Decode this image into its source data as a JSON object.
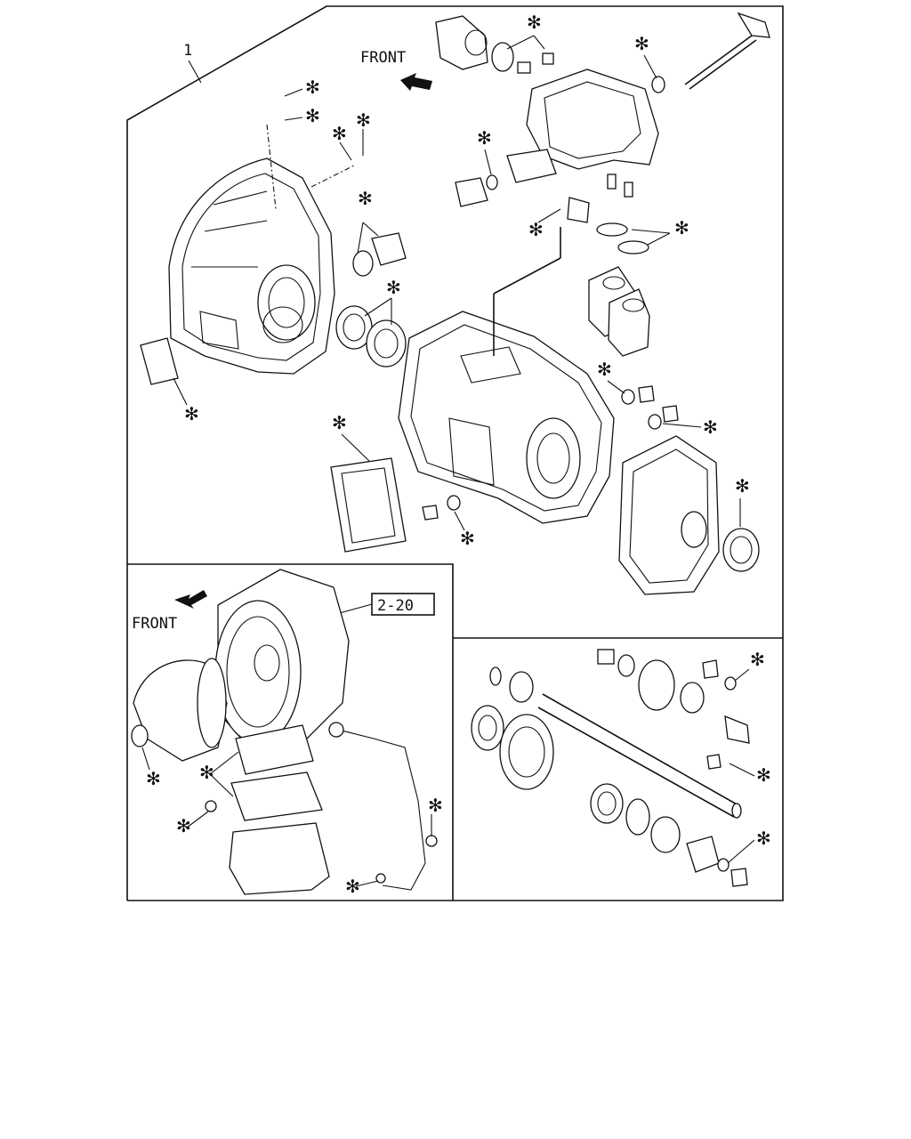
{
  "callouts": {
    "assembly_number": "1",
    "front_main": "FRONT",
    "front_inset": "FRONT",
    "reference_box": "2-20"
  },
  "marks": {
    "kit_part_symbol": "✻"
  },
  "icons": [
    "front-arrow-icon",
    "kit-part-star-icon"
  ]
}
